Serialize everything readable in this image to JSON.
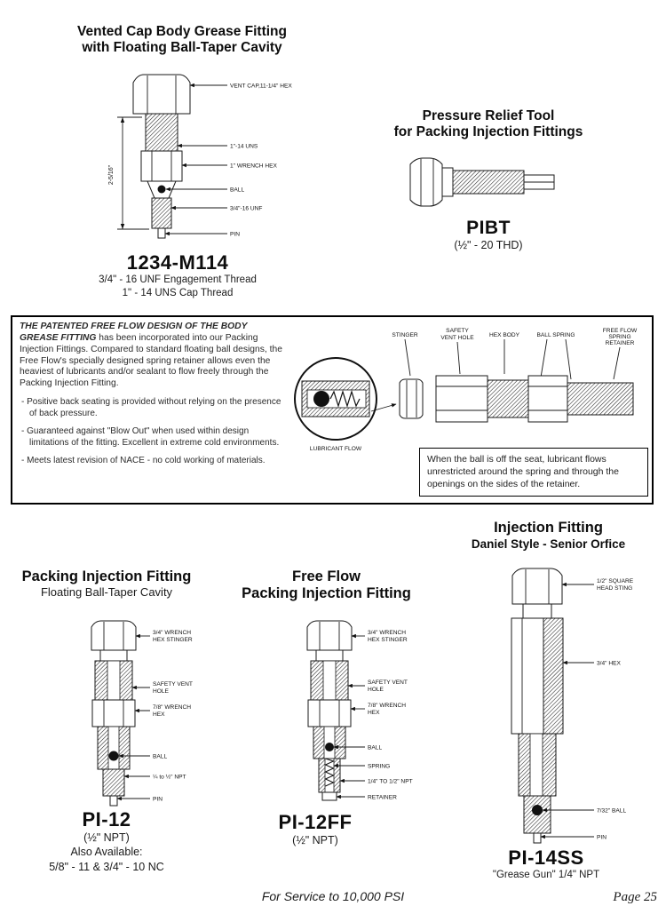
{
  "vented_cap": {
    "title_line1": "Vented Cap Body Grease Fitting",
    "title_line2": "with Floating Ball-Taper Cavity",
    "dimension": "2-5/16\"",
    "callout_vent_cap": "VENT CAP,11-1/4\" HEX",
    "callout_uns": "1\"-14 UNS",
    "callout_wrench_hex": "1\" WRENCH HEX",
    "callout_ball": "BALL",
    "callout_unf": "3/4\"-16 UNF",
    "callout_pin": "PIN",
    "model": "1234-M114",
    "spec_line1": "3/4\" - 16 UNF Engagement Thread",
    "spec_line2": "1\" - 14 UNS Cap Thread"
  },
  "pressure_relief_tool": {
    "title_line1": "Pressure Relief Tool",
    "title_line2": "for Packing Injection Fittings",
    "model": "PIBT",
    "spec": "(½\" - 20 THD)"
  },
  "free_flow_box": {
    "intro_bold": "THE PATENTED FREE FLOW DESIGN OF THE BODY GREASE FITTING",
    "intro_text": "has been incorporated into our Packing Injection Fittings. Compared to standard floating ball designs, the Free Flow's specially designed spring retainer allows even the heaviest of lubricants and/or sealant to flow freely through the Packing Injection Fitting.",
    "bullets": [
      "- Positive back seating is provided without relying on the presence of back pressure.",
      "- Guaranteed against \"Blow Out\" when used within design limitations of the fitting. Excellent in extreme cold environments.",
      "- Meets latest revision of NACE - no cold working of materials."
    ],
    "diagram": {
      "stinger": "STINGER",
      "safety1": "SAFETY",
      "safety2": "VENT HOLE",
      "hex_body": "HEX BODY",
      "ball_spring": "BALL  SPRING",
      "retainer1": "FREE FLOW",
      "retainer2": "SPRING",
      "retainer3": "RETAINER",
      "lubricant_flow": "LUBRICANT FLOW"
    },
    "caption": "When the ball is off the seat, lubricant flows unrestricted around the spring and through the openings on the sides of the retainer."
  },
  "pi12": {
    "title": "Packing Injection Fitting",
    "subtitle": "Floating Ball-Taper Cavity",
    "callout_stinger1": "3/4\" WRENCH",
    "callout_stinger2": "HEX STINGER",
    "callout_vent1": "SAFETY VENT",
    "callout_vent2": "HOLE",
    "callout_hex1": "7/8\" WRENCH",
    "callout_hex2": "HEX",
    "callout_ball": "BALL",
    "callout_npt": "¼ to ½\" NPT",
    "callout_pin": "PIN",
    "model": "PI-12",
    "spec": "(½\" NPT)",
    "also_line1": "Also Available:",
    "also_line2": "5/8\" - 11  &  3/4\" - 10 NC"
  },
  "pi12ff": {
    "title_line1": "Free Flow",
    "title_line2": "Packing Injection Fitting",
    "callout_stinger1": "3/4\" WRENCH",
    "callout_stinger2": "HEX STINGER",
    "callout_vent1": "SAFETY VENT",
    "callout_vent2": "HOLE",
    "callout_hex1": "7/8\" WRENCH",
    "callout_hex2": "HEX",
    "callout_ball": "BALL",
    "callout_spring": "SPRING",
    "callout_npt": "1/4\" TO 1/2\" NPT",
    "callout_retainer": "RETAINER",
    "model": "PI-12FF",
    "spec": "(½\" NPT)"
  },
  "pi14ss": {
    "title_line1": "Injection Fitting",
    "title_line2": "Daniel Style -  Senior Orfice",
    "callout_head1": "1/2\" SQUARE",
    "callout_head2": "HEAD STING",
    "callout_hex": "3/4\" HEX",
    "callout_ball": "7/32\" BALL",
    "callout_pin": "PIN",
    "model": "PI-14SS",
    "spec": "\"Grease Gun\"  1/4\" NPT"
  },
  "footer": {
    "service": "For Service to 10,000 PSI",
    "page": "Page 25"
  }
}
